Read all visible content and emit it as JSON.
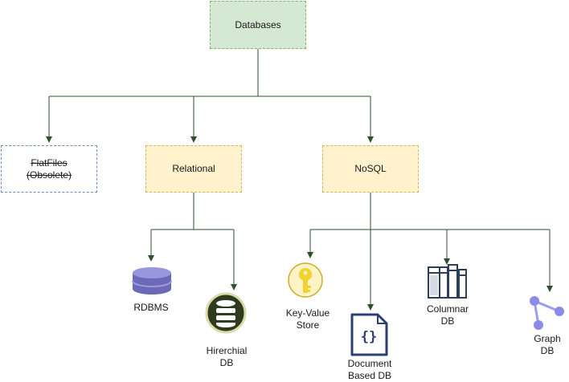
{
  "nodes": {
    "root": "Databases",
    "relational": "Relational",
    "nosql": "NoSQL",
    "flatfiles_line1": "FlatFiles",
    "flatfiles_line2": "(Obsolete)"
  },
  "leaves": {
    "rdbms": "RDBMS",
    "hierarchical_line1": "Hirerchial",
    "hierarchical_line2": "DB",
    "keyvalue_line1": "Key-Value",
    "keyvalue_line2": "Store",
    "document_line1": "Document",
    "document_line2": "Based DB",
    "columnar_line1": "Columnar",
    "columnar_line2": "DB",
    "graph_line1": "Graph",
    "graph_line2": "DB"
  },
  "colors": {
    "edge": "#2f4f2f",
    "root_fill": "#d5e8d4",
    "category_fill": "#fff2cc",
    "cylinder": "#7b79c4",
    "key_yellow": "#f2d22e",
    "hier_green": "#2e3b1f",
    "doc_navy": "#2c3e73",
    "graph_purple": "#8c8ce8"
  },
  "icons": [
    "database-cylinder-icon",
    "hierarchical-db-icon",
    "key-icon",
    "document-icon",
    "columnar-icon",
    "graph-icon"
  ]
}
